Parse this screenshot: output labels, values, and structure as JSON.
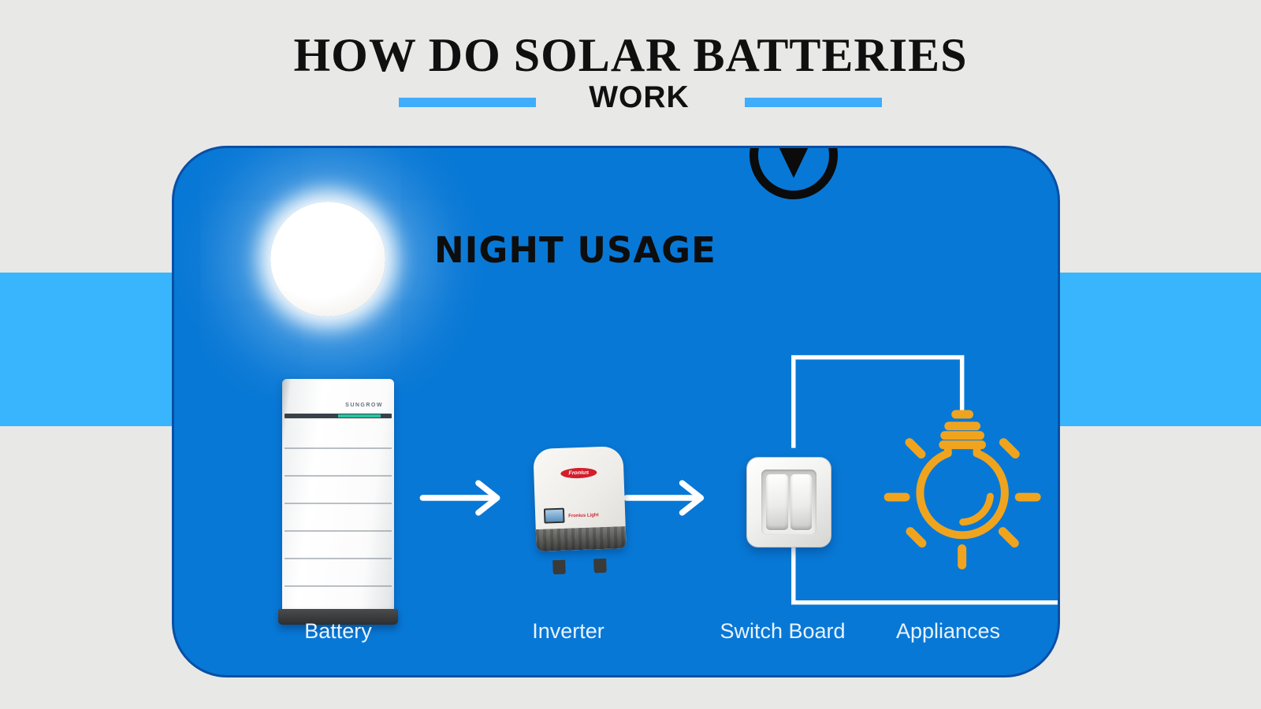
{
  "header": {
    "title": "HOW DO SOLAR BATTERIES",
    "subtitle": "WORK"
  },
  "panel": {
    "heading": "NIGHT USAGE",
    "stages": [
      {
        "label": "Battery"
      },
      {
        "label": "Inverter"
      },
      {
        "label": "Switch Board"
      },
      {
        "label": "Appliances"
      }
    ]
  },
  "battery": {
    "brand": "SUNGROW"
  },
  "inverter": {
    "brand": "Fronius",
    "model": "Fronius Light"
  },
  "icons": {
    "moon": "moon-icon",
    "down_arrow": "circle-down-arrow-icon",
    "flow_arrow": "arrow-right-icon",
    "bulb": "light-bulb-icon"
  },
  "colors": {
    "background": "#e8e8e7",
    "panel": "#0878d6",
    "panel_border": "#0a4fa5",
    "band": "#38b5fc",
    "accent_bars": "#3fadfa",
    "bulb": "#f0a41e",
    "wire": "#ffffff",
    "heading_text": "#0d0d0d",
    "label_text": "#e9f3fd"
  }
}
